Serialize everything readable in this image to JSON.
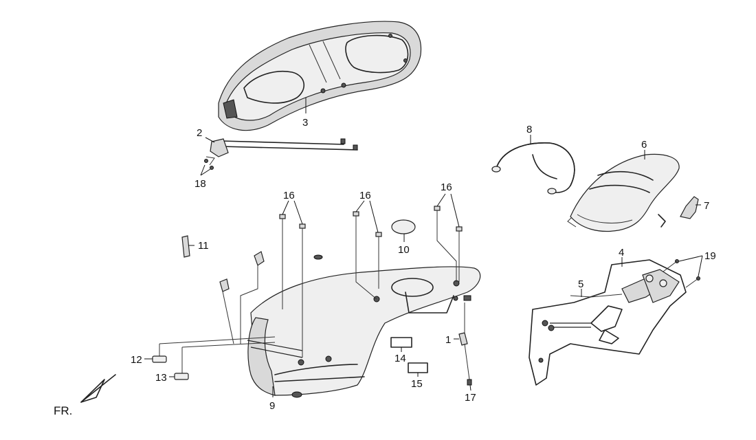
{
  "labels": {
    "l1": "1",
    "l2": "2",
    "l3": "3",
    "l4": "4",
    "l5": "5",
    "l6": "6",
    "l7": "7",
    "l8": "8",
    "l9": "9",
    "l10": "10",
    "l11": "11",
    "l12": "12",
    "l13": "13",
    "l14": "14",
    "l15": "15",
    "l16": "16",
    "l17": "17",
    "l18": "18",
    "l19": "19"
  },
  "front_marker": "FR."
}
